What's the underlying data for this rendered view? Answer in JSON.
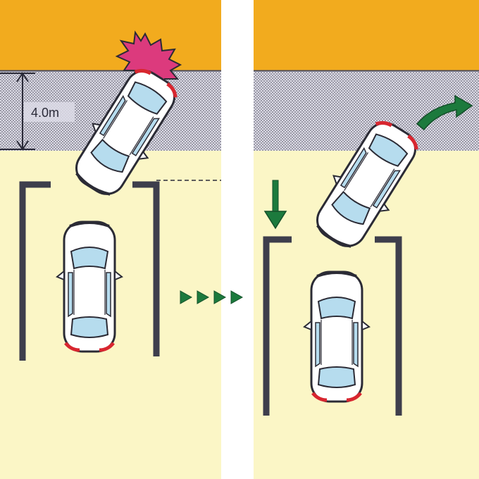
{
  "diagram": {
    "dimension_label": "4.0m",
    "colors": {
      "wall": "#f2ab1e",
      "road": "#dcdbe6",
      "road_dots": "#4b4b5a",
      "ground": "#fbf6c6",
      "divider": "#ffffff",
      "parking_line": "#3e3e4c",
      "car_body": "#ffffff",
      "car_outline": "#2b2b35",
      "car_glass": "#b6dcee",
      "taillight": "#d8262f",
      "collision": "#dc3a7d",
      "arrow_green": "#1c7a3d"
    },
    "panels": [
      {
        "name": "before",
        "shows_collision": true
      },
      {
        "name": "after",
        "shows_exit_arrow": true
      }
    ]
  }
}
